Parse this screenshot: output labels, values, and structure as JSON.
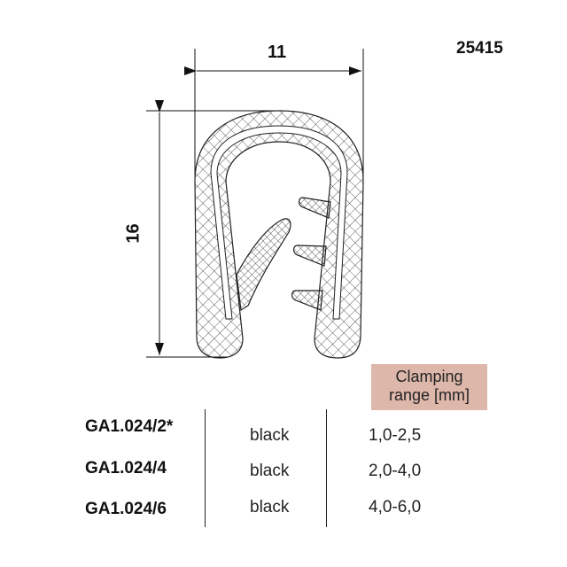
{
  "article_number": "25415",
  "dimensions": {
    "width": "11",
    "height": "16"
  },
  "table": {
    "header": {
      "line1": "Clamping",
      "line2": "range [mm]"
    },
    "rows": [
      {
        "code": "GA1.024/2*",
        "color": "black",
        "range": "1,0-2,5"
      },
      {
        "code": "GA1.024/4",
        "color": "black",
        "range": "2,0-4,0"
      },
      {
        "code": "GA1.024/6",
        "color": "black",
        "range": "4,0-6,0"
      }
    ]
  },
  "colors": {
    "header_bg": "#deb7ab"
  }
}
